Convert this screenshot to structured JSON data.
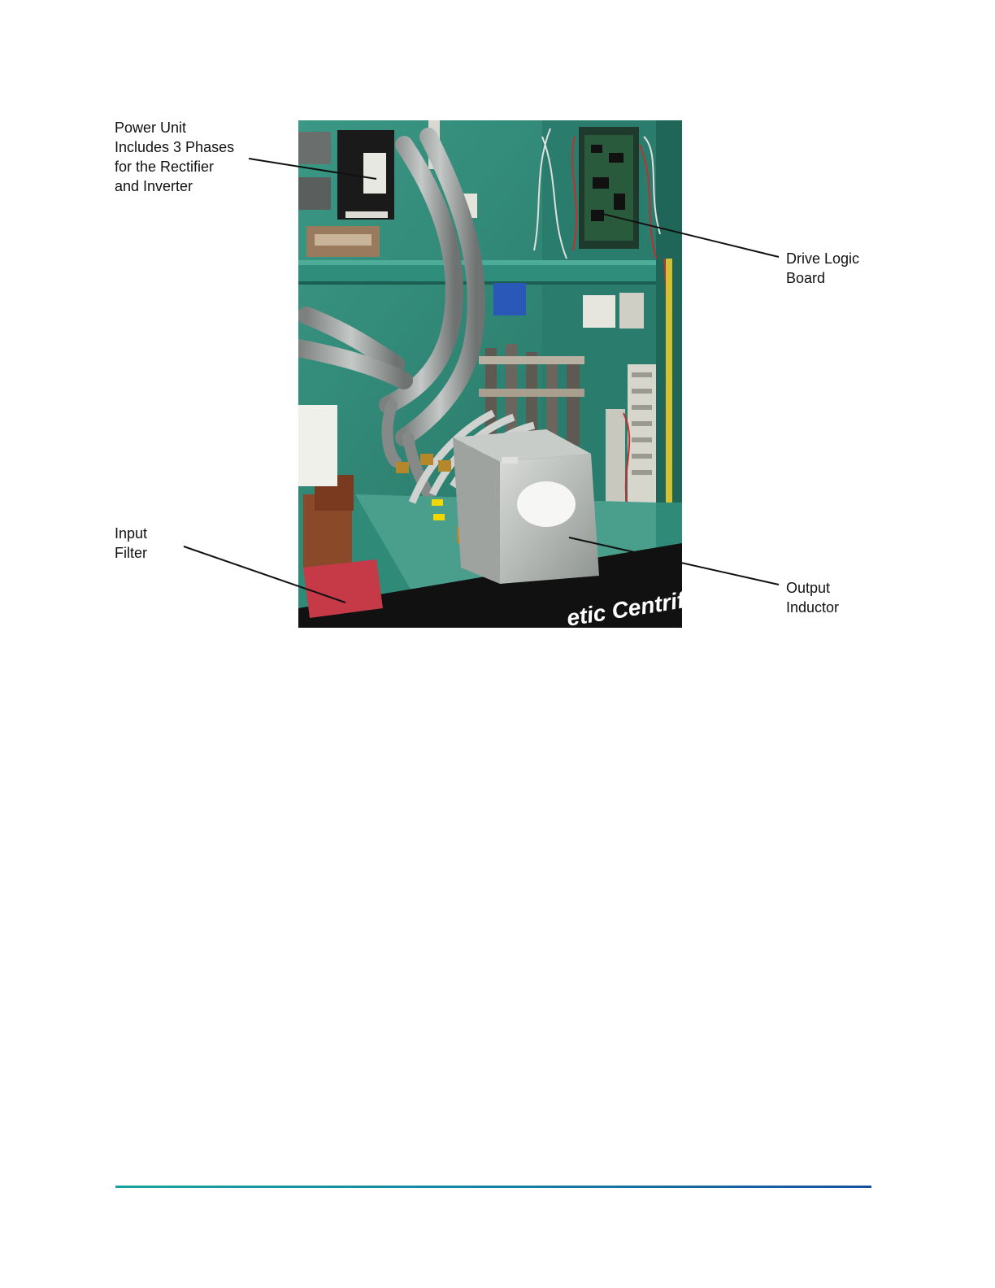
{
  "figure": {
    "callouts": [
      {
        "id": "power-unit",
        "text": "Power Unit\nIncludes 3 Phases\nfor the Rectifier\nand Inverter"
      },
      {
        "id": "drive-logic-board",
        "text": "Drive Logic\nBoard"
      },
      {
        "id": "input-filter",
        "text": "Input\nFilter"
      },
      {
        "id": "output-inductor",
        "text": "Output\nInductor"
      }
    ],
    "photo_text": "etic Centrifuga"
  },
  "colors": {
    "cabinet_green": "#2f8a78",
    "footer_rule_start": "#16a39a",
    "footer_rule_end": "#1550a0"
  }
}
